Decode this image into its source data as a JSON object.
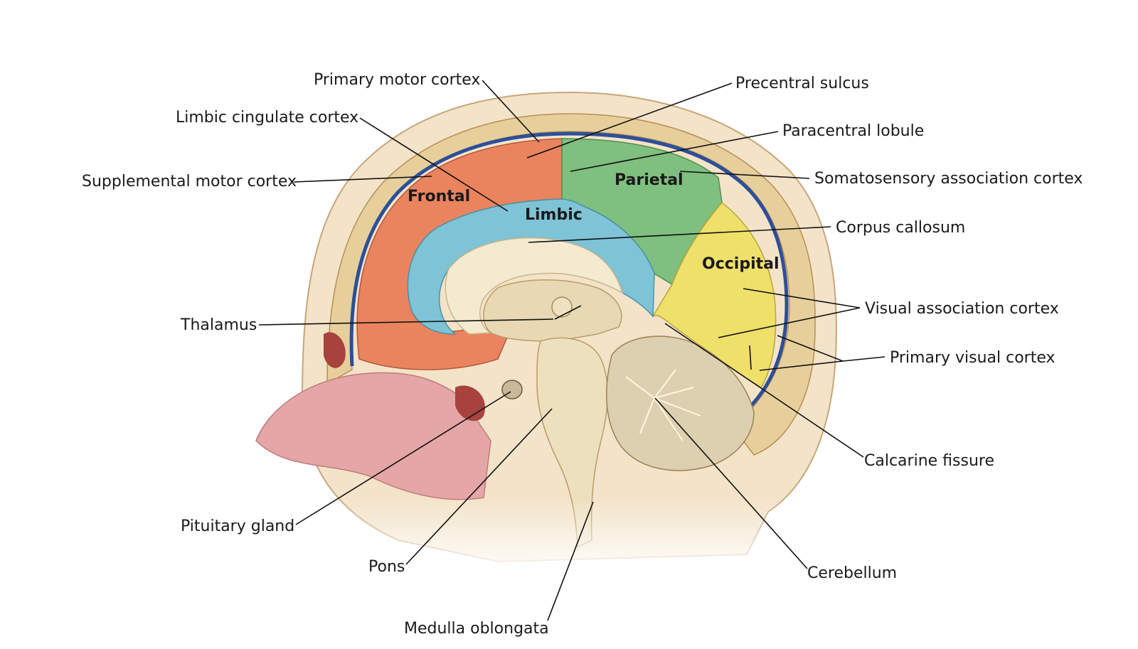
{
  "regions": {
    "frontal": "Frontal",
    "parietal": "Parietal",
    "limbic": "Limbic",
    "occipital": "Occipital"
  },
  "labels": {
    "primary_motor_cortex": "Primary motor cortex",
    "limbic_cingulate_cortex": "Limbic cingulate cortex",
    "supplemental_motor_cortex": "Supplemental motor cortex",
    "thalamus": "Thalamus",
    "pituitary_gland": "Pituitary gland",
    "pons": "Pons",
    "medulla_oblongata": "Medulla oblongata",
    "precentral_sulcus": "Precentral sulcus",
    "paracentral_lobule": "Paracentral lobule",
    "somatosensory_association_cortex": "Somatosensory association cortex",
    "corpus_callosum": "Corpus callosum",
    "visual_association_cortex": "Visual association cortex",
    "primary_visual_cortex": "Primary visual cortex",
    "calcarine_fissure": "Calcarine fissure",
    "cerebellum": "Cerebellum"
  },
  "colors": {
    "frontal": "#e9845f",
    "parietal": "#7fbf7f",
    "limbic": "#7fc3d6",
    "occipital": "#efe06a",
    "scalp": "#f3e3c8",
    "skull": "#e6cf9a",
    "dura": "#2c4f9a",
    "brainstem": "#ece0bd",
    "cerebellum": "#ddd0b0",
    "nasal": "#e4a6a6"
  }
}
